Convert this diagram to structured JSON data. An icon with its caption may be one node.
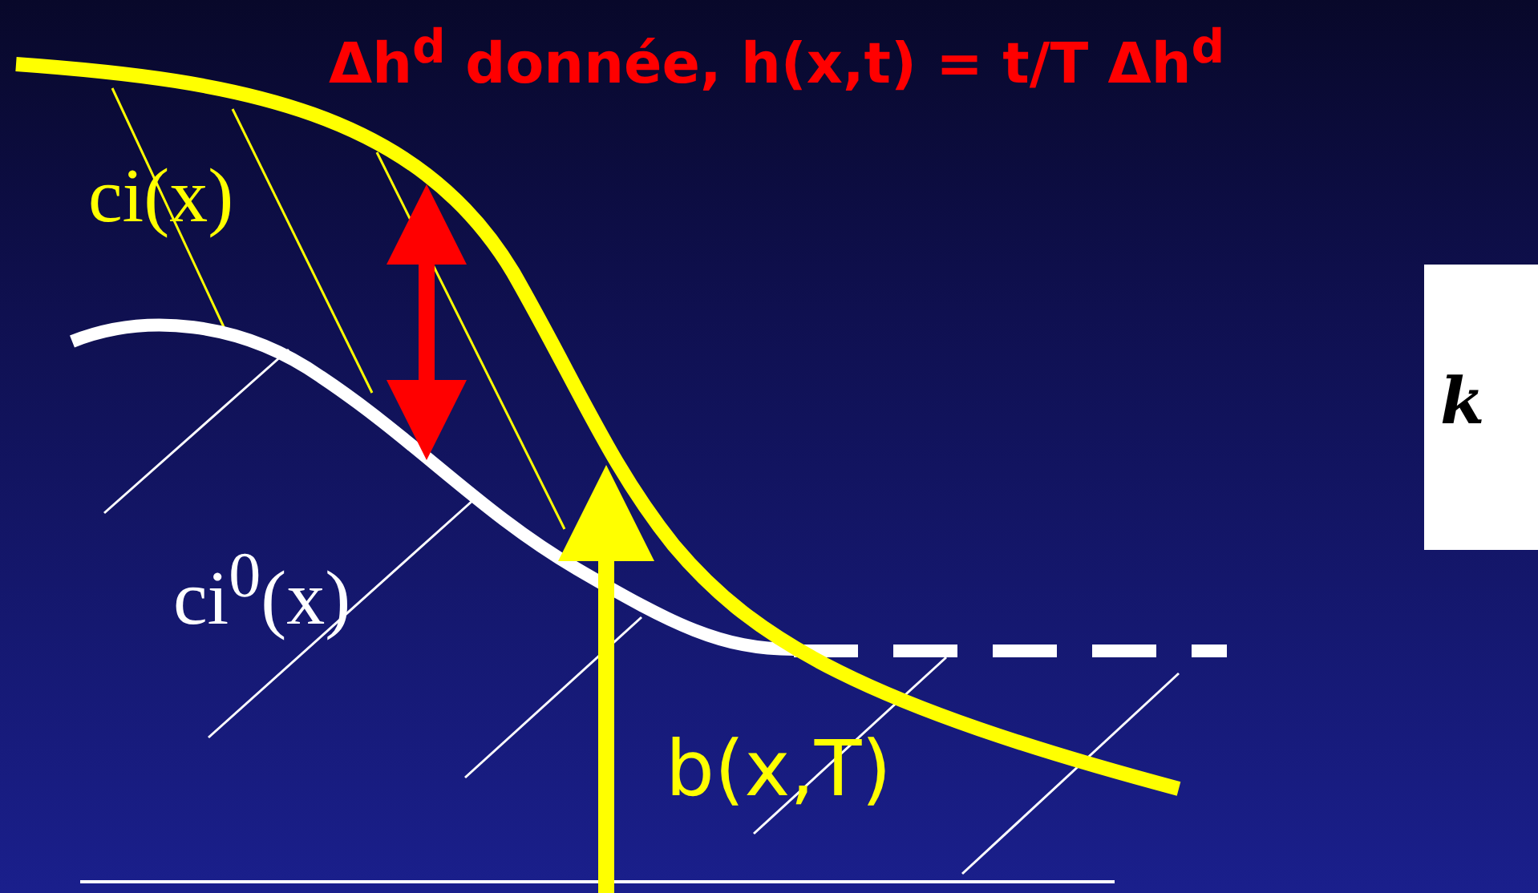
{
  "diagram": {
    "title": "Δh$^{d}$ donnée, h(x,t) = t/T Δh$^{d}$",
    "nodes": [
      {
        "text": [
          "k"
        ]
      }
    ],
    "edges": [],
    "labels": [
      "ci(x)",
      "ci$^{0}$(x)",
      "b(x,T)"
    ]
  }
}
